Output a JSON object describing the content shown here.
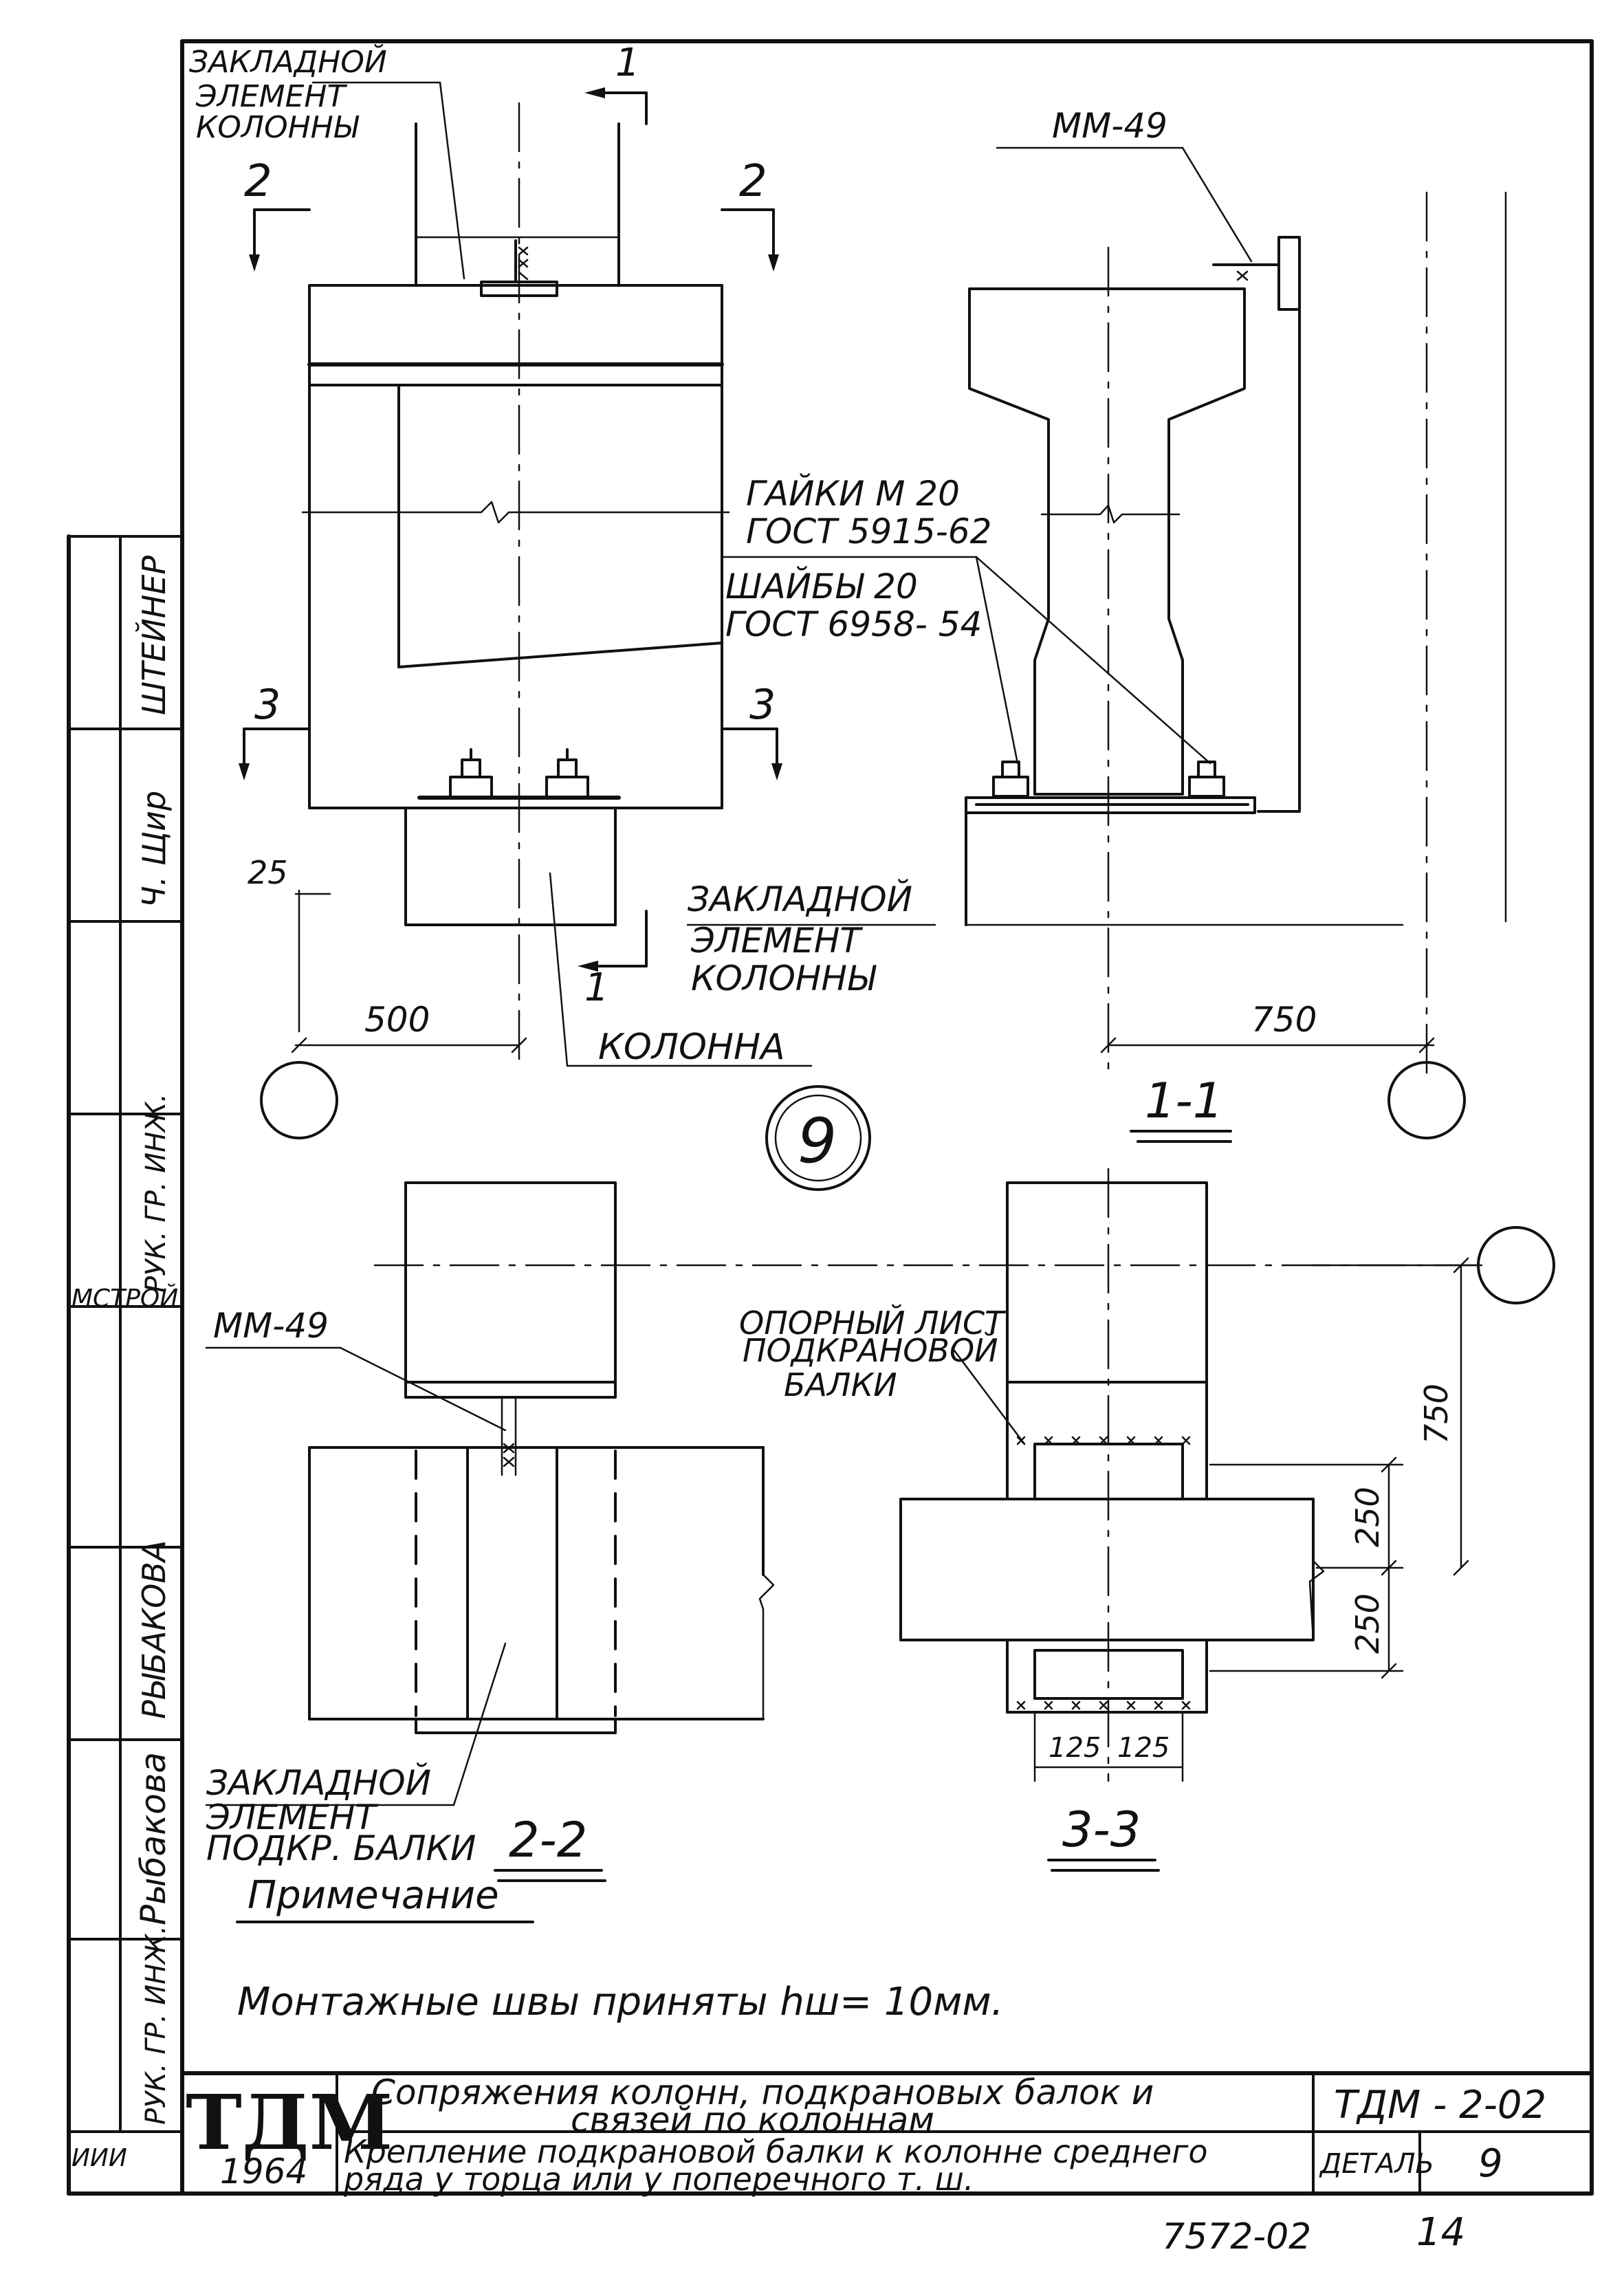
{
  "main_view": {
    "embed_label_top": [
      "ЗАКЛАДНОЙ",
      "ЭЛЕМЕНТ",
      "КОЛОННЫ"
    ],
    "cut_1": "1",
    "cut_2": "2",
    "cut_3": "3",
    "dim_25": "25",
    "dim_500": "500",
    "embed_label_bottom": [
      "ЗАКЛАДНОЙ",
      "ЭЛЕМЕНТ",
      "КОЛОННЫ"
    ],
    "column_label": "КОЛОННА",
    "detail_number": "9"
  },
  "section_1_1": {
    "title": "1-1",
    "weld_mark": "ММ-49",
    "nuts_label": [
      "ГАЙКИ  М 20",
      "ГОСТ 5915-62"
    ],
    "washers_label": [
      "ШАЙБЫ  20",
      "ГОСТ 6958- 54"
    ],
    "dim_750": "750"
  },
  "section_2_2": {
    "title": "2-2",
    "weld_mark": "ММ-49",
    "embed_label": [
      "ЗАКЛАДНОЙ",
      "ЭЛЕМЕНТ",
      "ПОДКР.  БАЛКИ"
    ]
  },
  "section_3_3": {
    "title": "3-3",
    "plate_label": [
      "ОПОРНЫЙ ЛИСТ",
      "ПОДКРАНОВОЙ",
      "БАЛКИ"
    ],
    "dim_750": "750",
    "dim_250_top": "250",
    "dim_250_bottom": "250",
    "dim_125_left": "125",
    "dim_125_right": "125"
  },
  "note": {
    "heading": "Примечание",
    "text": "Монтажные  швы  приняты  hш=  10мм."
  },
  "side_stamp": {
    "cells": [
      "ШТЕЙНЕР",
      "Ч. Щир",
      "РУК. ГР. ИНЖ.",
      "МСТРОЙ",
      "РЫБАКОВА",
      "Рыбакова",
      "РУК. ГР. ИНЖ.",
      "ИИИ"
    ]
  },
  "title_block": {
    "logo": "ТДМ",
    "year": "1964",
    "title_main": [
      "Сопряжения колонн, подкрановых балок и",
      "связей по колоннам"
    ],
    "code": "ТДМ - 2-02",
    "title_detail": [
      "Крепление подкрановой балки к колонне среднего",
      "ряда у торца или у поперечного т. ш."
    ],
    "detail_label": "ДЕТАЛЬ",
    "detail_number": "9"
  },
  "footer": {
    "sheet_code": "7572-02",
    "sheet_number": "14"
  }
}
